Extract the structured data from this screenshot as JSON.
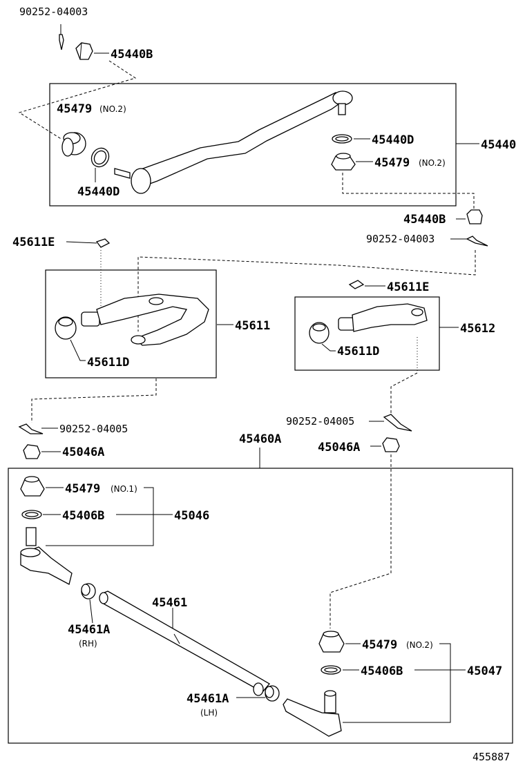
{
  "labels": {
    "top_pin": "90252-04003",
    "top_nut": "45440B",
    "upper_boot_left": "45479",
    "upper_boot_left_note": "(NO.2)",
    "upper_ring_left": "45440D",
    "upper_ring_right": "45440D",
    "upper_boot_right": "45479",
    "upper_boot_right_note": "(NO.2)",
    "upper_assy": "45440",
    "right_nut": "45440B",
    "right_pin": "90252-04003",
    "arm_left_clip": "45611E",
    "arm_left": "45611",
    "arm_left_nut": "45611D",
    "arm_right_clip": "45611E",
    "arm_right": "45612",
    "arm_right_nut": "45611D",
    "lower_pin_left": "90252-04005",
    "lower_nut_left": "45046A",
    "lower_assy": "45460A",
    "lower_pin_right": "90252-04005",
    "lower_nut_right": "45046A",
    "lower_boot_left": "45479",
    "lower_boot_left_note": "(NO.1)",
    "lower_ring_left": "45406B",
    "lower_end_left": "45046",
    "tube": "45461",
    "clamp_rh": "45461A",
    "clamp_rh_note": "(RH)",
    "clamp_lh": "45461A",
    "clamp_lh_note": "(LH)",
    "lower_boot_right": "45479",
    "lower_boot_right_note": "(NO.2)",
    "lower_ring_right": "45406B",
    "lower_end_right": "45047",
    "figure_number": "455887"
  }
}
